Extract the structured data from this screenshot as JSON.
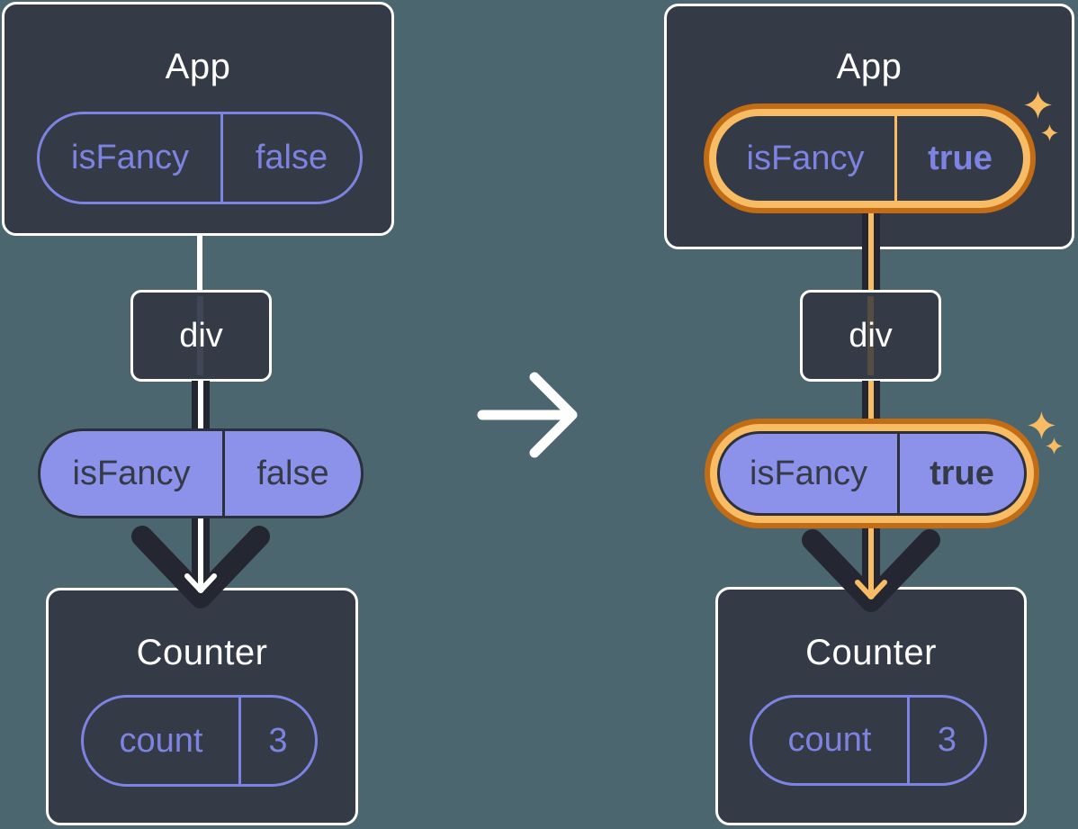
{
  "colors": {
    "background": "#4C6670",
    "panel_fill": "#343A46",
    "panel_border": "#FFFFFF",
    "purple_accent": "#7D83E0",
    "purple_fill": "#8C92E9",
    "dark_ink": "#242731",
    "highlight_orange_dark": "#C36C16",
    "highlight_orange_light": "#F8BC64"
  },
  "before": {
    "app": {
      "title": "App",
      "state_pill": {
        "name": "isFancy",
        "value": "false"
      }
    },
    "div_label": "div",
    "prop_pill": {
      "name": "isFancy",
      "value": "false"
    },
    "counter": {
      "title": "Counter",
      "state_pill": {
        "name": "count",
        "value": "3"
      }
    }
  },
  "after": {
    "app": {
      "title": "App",
      "state_pill": {
        "name": "isFancy",
        "value": "true"
      }
    },
    "div_label": "div",
    "prop_pill": {
      "name": "isFancy",
      "value": "true"
    },
    "counter": {
      "title": "Counter",
      "state_pill": {
        "name": "count",
        "value": "3"
      }
    }
  },
  "icons": {
    "transition_arrow": "right-arrow",
    "sparkle": "four-point-star"
  }
}
